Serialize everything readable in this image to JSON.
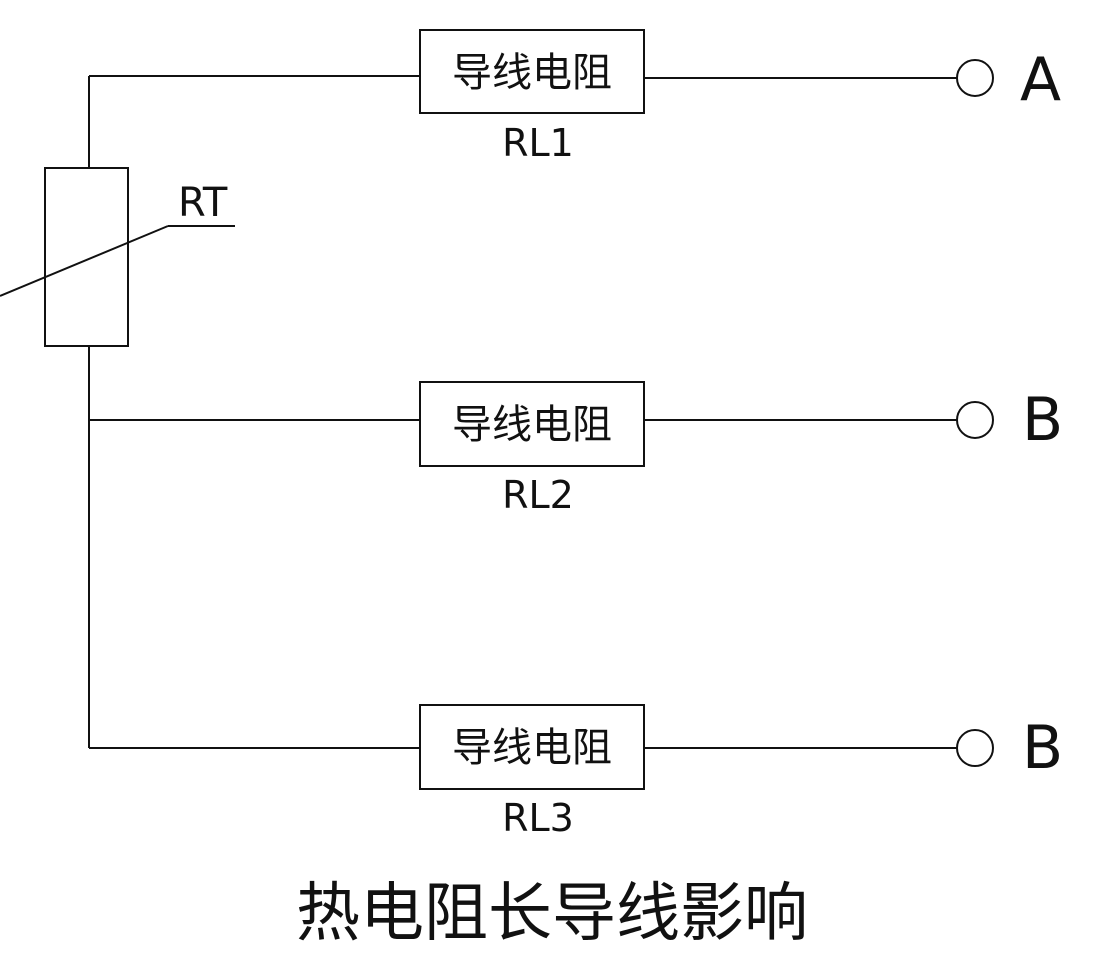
{
  "diagram": {
    "title": "热电阻长导线影响",
    "sensor": {
      "label": "RT"
    },
    "branches": [
      {
        "box_text": "导线电阻",
        "resistor_label": "RL1",
        "terminal": "A"
      },
      {
        "box_text": "导线电阻",
        "resistor_label": "RL2",
        "terminal": "B"
      },
      {
        "box_text": "导线电阻",
        "resistor_label": "RL3",
        "terminal": "B"
      }
    ]
  }
}
